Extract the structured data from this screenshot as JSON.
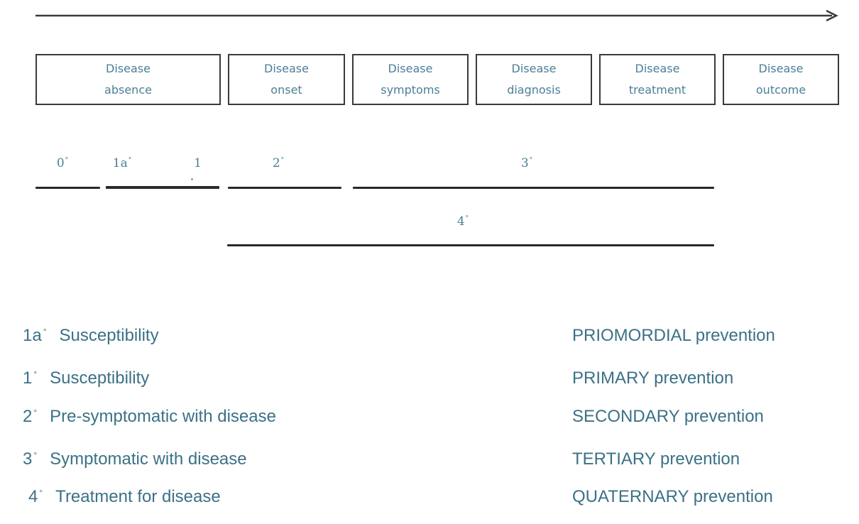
{
  "stages": [
    {
      "line1": "Disease",
      "line2": "absence"
    },
    {
      "line1": "Disease",
      "line2": "onset"
    },
    {
      "line1": "Disease",
      "line2": "symptoms"
    },
    {
      "line1": "Disease",
      "line2": "diagnosis"
    },
    {
      "line1": "Disease",
      "line2": "treatment"
    },
    {
      "line1": "Disease",
      "line2": "outcome"
    }
  ],
  "levels": {
    "l0": {
      "num": "0",
      "deg": "°"
    },
    "l1a": {
      "num": "1a",
      "deg": "°"
    },
    "l1": {
      "num": "1",
      "deg": ""
    },
    "l2": {
      "num": "2",
      "deg": "°"
    },
    "l3": {
      "num": "3",
      "deg": "°"
    },
    "l4": {
      "num": "4",
      "deg": "°"
    }
  },
  "legend": [
    {
      "code": "1a",
      "deg": "°",
      "desc": "Susceptibility",
      "prevention": "PRIOMORDIAL prevention"
    },
    {
      "code": "1",
      "deg": "°",
      "desc": "Susceptibility",
      "prevention": "PRIMARY prevention"
    },
    {
      "code": "2",
      "deg": "°",
      "desc": "Pre-symptomatic with disease",
      "prevention": "SECONDARY prevention"
    },
    {
      "code": "3",
      "deg": "°",
      "desc": "Symptomatic with disease",
      "prevention": "TERTIARY prevention"
    },
    {
      "code": "4",
      "deg": "°",
      "desc": "Treatment for disease",
      "prevention": "QUATERNARY prevention"
    }
  ]
}
